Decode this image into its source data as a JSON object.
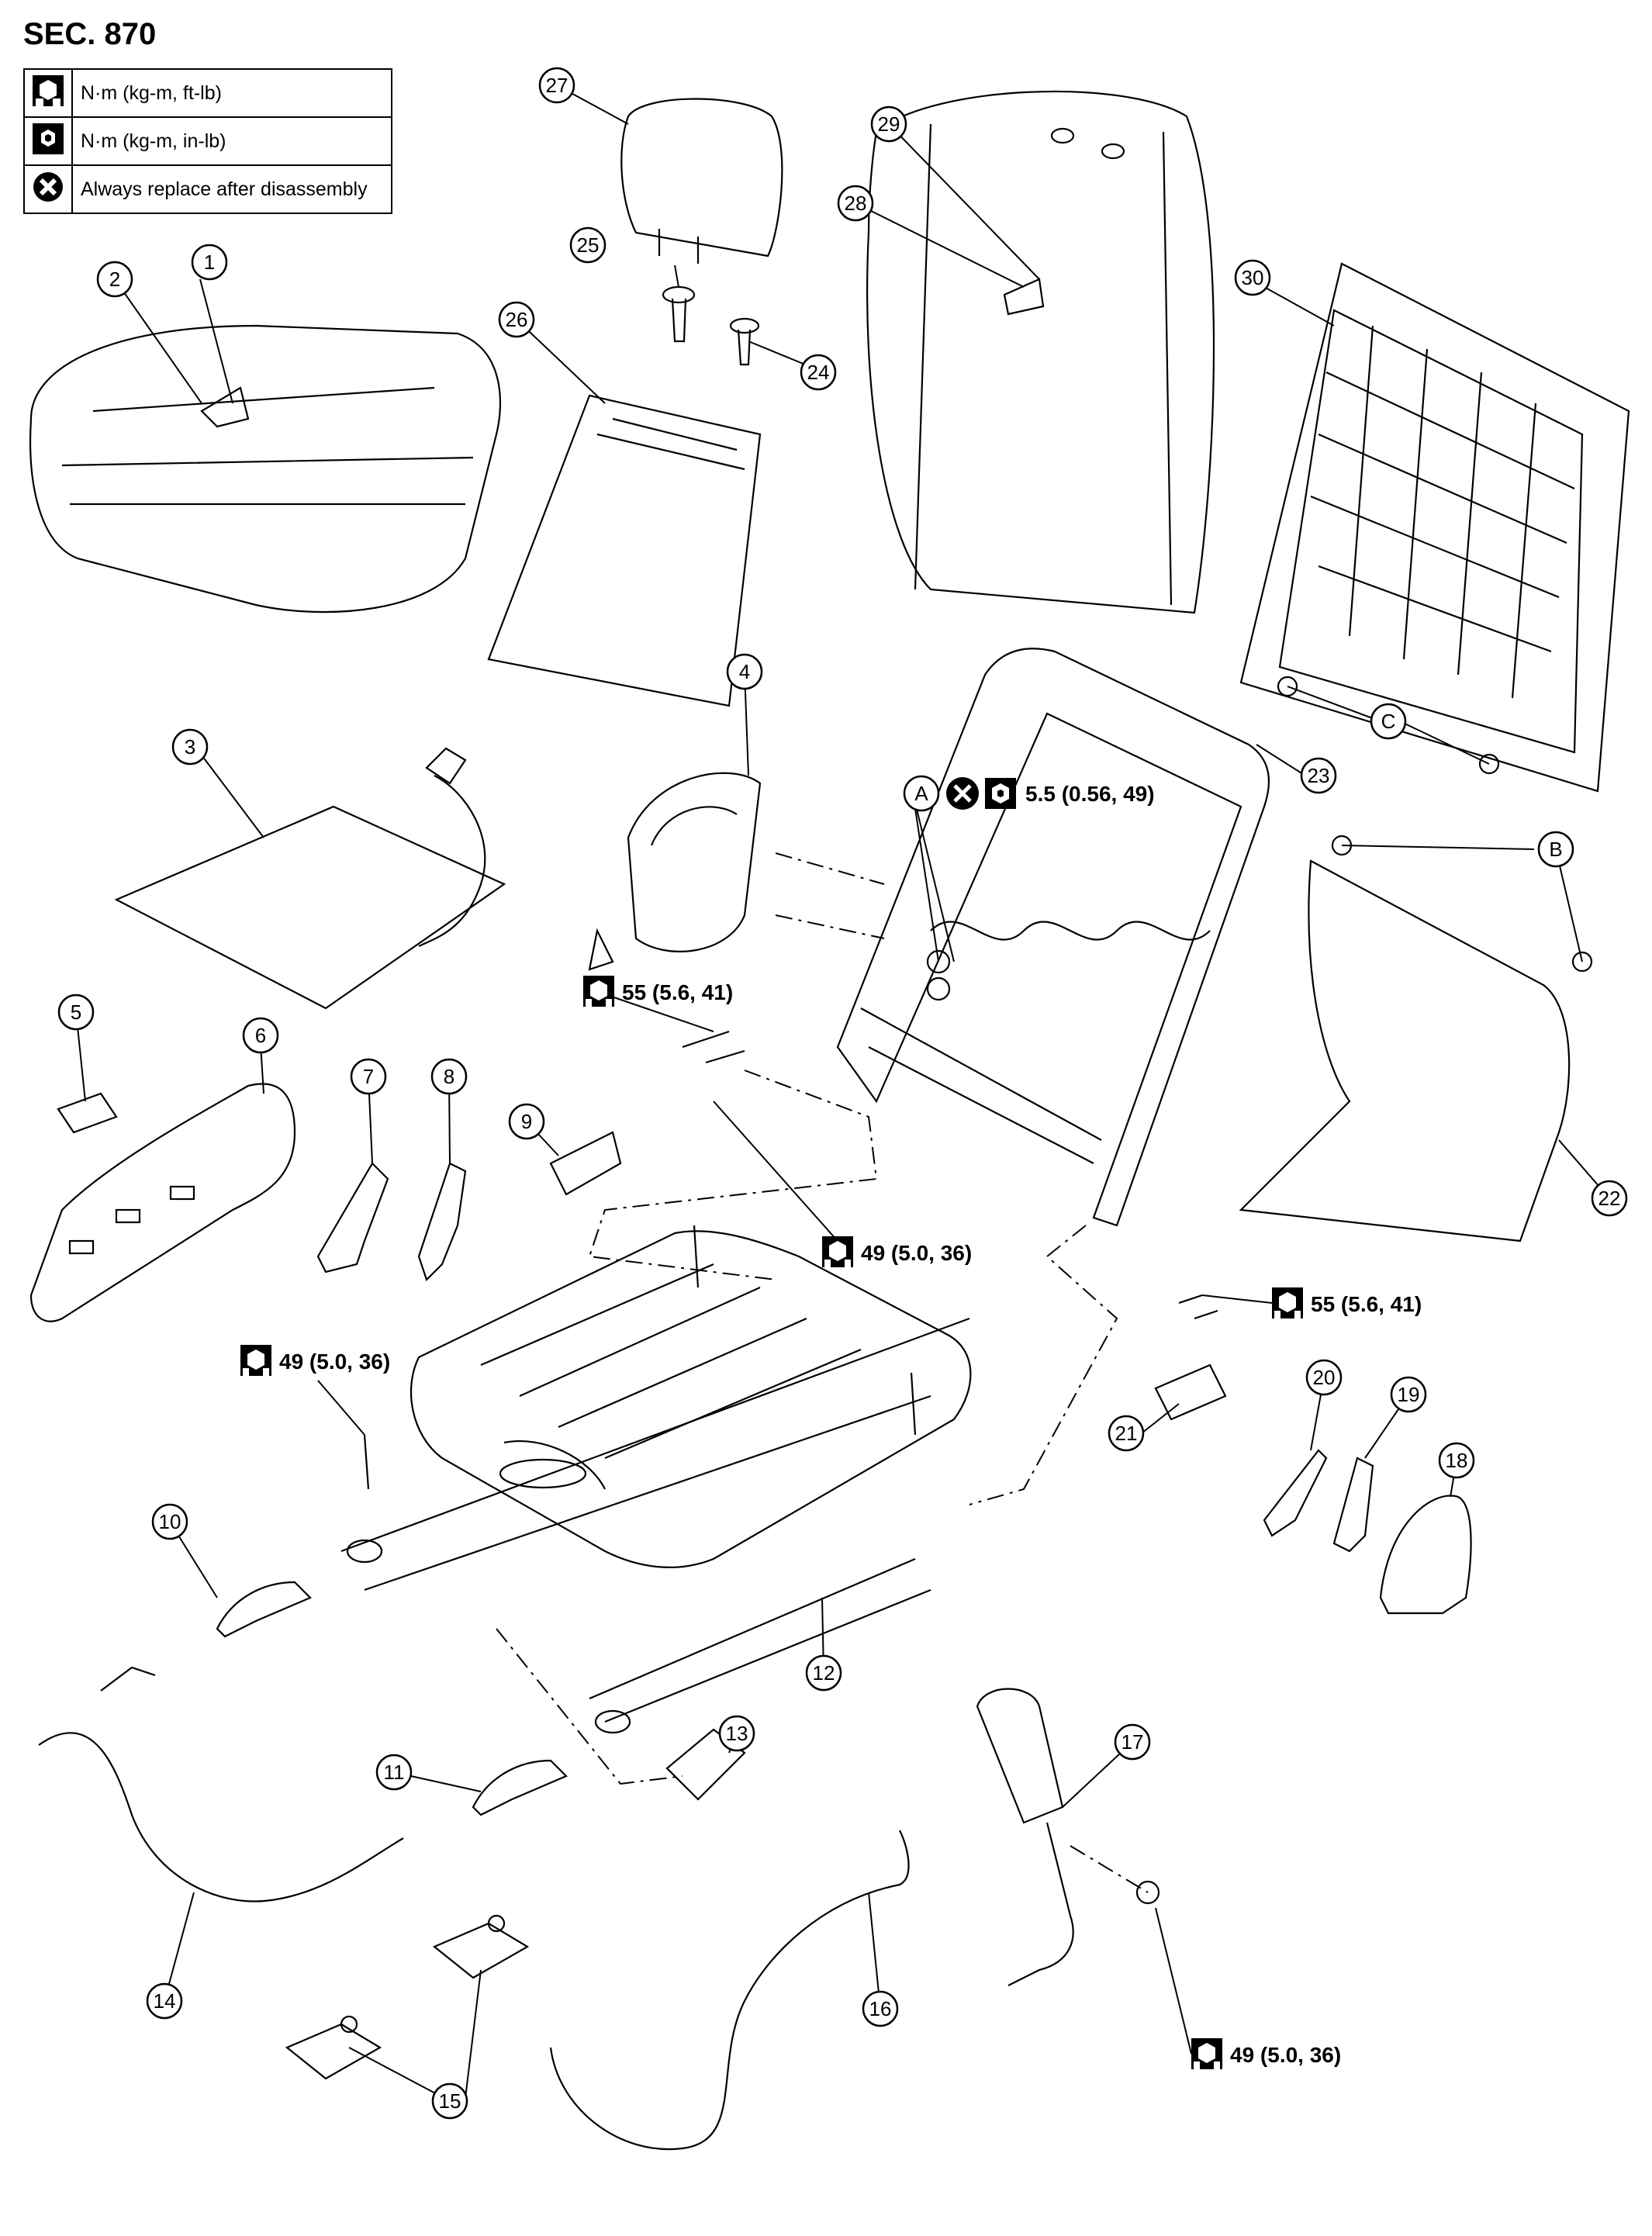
{
  "section": "SEC. 870",
  "legend": [
    {
      "icon": "torque-ft-lb-icon",
      "text": "N·m (kg-m, ft-lb)"
    },
    {
      "icon": "torque-in-lb-icon",
      "text": "N·m (kg-m, in-lb)"
    },
    {
      "icon": "replace-icon",
      "text": "Always replace after disassembly"
    }
  ],
  "callouts": [
    "1",
    "2",
    "3",
    "4",
    "5",
    "6",
    "7",
    "8",
    "9",
    "10",
    "11",
    "12",
    "13",
    "14",
    "15",
    "16",
    "17",
    "18",
    "19",
    "20",
    "21",
    "22",
    "23",
    "24",
    "25",
    "26",
    "27",
    "28",
    "29",
    "30"
  ],
  "letters": [
    "A",
    "B",
    "C"
  ],
  "torques": {
    "a_spec": "5.5 (0.56, 49)",
    "left_bolts": "55 (5.6, 41)",
    "center_bolt": "49 (5.0, 36)",
    "right_bolts": "55 (5.6, 41)",
    "left_rail_bolt": "49 (5.0, 36)",
    "belt_bolt": "49 (5.0, 36)"
  }
}
